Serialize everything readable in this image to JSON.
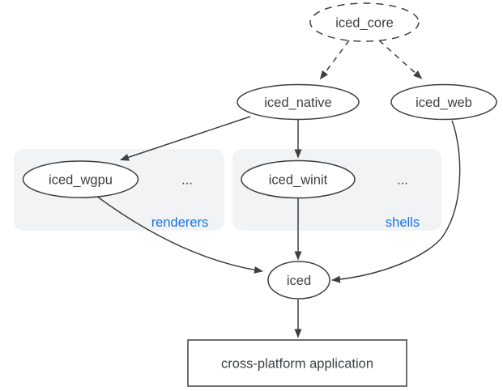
{
  "diagram": {
    "nodes": {
      "iced_core": "iced_core",
      "iced_native": "iced_native",
      "iced_web": "iced_web",
      "iced_wgpu": "iced_wgpu",
      "iced_winit": "iced_winit",
      "iced": "iced",
      "application": "cross-platform application"
    },
    "groups": {
      "renderers": {
        "label": "renderers",
        "ellipsis": "..."
      },
      "shells": {
        "label": "shells",
        "ellipsis": "..."
      }
    },
    "edges": [
      {
        "from": "iced_core",
        "to": "iced_native",
        "style": "dashed"
      },
      {
        "from": "iced_core",
        "to": "iced_web",
        "style": "dashed"
      },
      {
        "from": "iced_native",
        "to": "iced_wgpu",
        "style": "solid"
      },
      {
        "from": "iced_native",
        "to": "iced_winit",
        "style": "solid"
      },
      {
        "from": "iced_wgpu",
        "to": "iced",
        "style": "solid"
      },
      {
        "from": "iced_winit",
        "to": "iced",
        "style": "solid"
      },
      {
        "from": "iced_web",
        "to": "iced",
        "style": "solid"
      },
      {
        "from": "iced",
        "to": "application",
        "style": "solid"
      }
    ],
    "colors": {
      "background": "#ffffff",
      "node_stroke": "#3c4043",
      "text": "#3c4043",
      "group_fill": "#f1f3f4",
      "group_label": "#1a73e8"
    }
  }
}
